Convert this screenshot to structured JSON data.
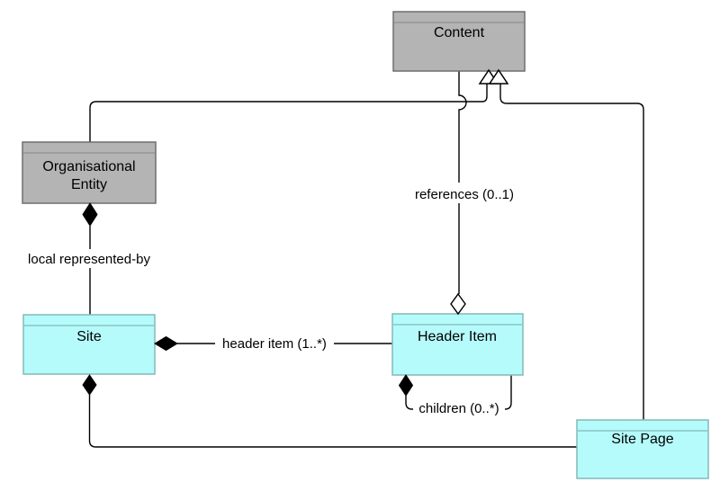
{
  "diagram_type": "uml-class-diagram",
  "colors": {
    "background": "#ffffff",
    "gray_fill": "#b4b4b4",
    "gray_border": "#6e6e6e",
    "gray_separator": "#8f8f8f",
    "cyan_fill": "#b5fbfb",
    "cyan_border": "#84b9b9",
    "cyan_separator": "#84b9b9",
    "line": "#000000",
    "marker_fill_black": "#000000",
    "marker_fill_white": "#ffffff"
  },
  "classes": {
    "content": {
      "name": "Content",
      "style": "gray"
    },
    "organisational_entity": {
      "name": "Organisational Entity",
      "line1": "Organisational",
      "line2": "Entity",
      "style": "gray"
    },
    "site": {
      "name": "Site",
      "style": "cyan"
    },
    "header_item": {
      "name": "Header Item",
      "style": "cyan"
    },
    "site_page": {
      "name": "Site Page",
      "style": "cyan"
    }
  },
  "relationships": [
    {
      "from": "Organisational Entity",
      "to": "Content",
      "type": "generalization",
      "marker": "hollow-triangle-icon",
      "label": ""
    },
    {
      "from": "Site Page",
      "to": "Content",
      "type": "generalization",
      "marker": "hollow-triangle-icon",
      "label": ""
    },
    {
      "from": "Content",
      "to": "Header Item",
      "type": "aggregation",
      "marker": "hollow-diamond-icon",
      "label": "references (0..1)"
    },
    {
      "from": "Organisational Entity",
      "to": "Site",
      "type": "composition",
      "marker": "filled-diamond-icon",
      "label": "local represented-by"
    },
    {
      "from": "Site",
      "to": "Header Item",
      "type": "composition",
      "marker": "filled-diamond-icon",
      "label": "header item (1..*)"
    },
    {
      "from": "Header Item",
      "to": "Header Item",
      "type": "composition-self",
      "marker": "filled-diamond-icon",
      "label": "children (0..*)"
    },
    {
      "from": "Site",
      "to": "Site Page",
      "type": "composition",
      "marker": "filled-diamond-icon",
      "label": ""
    }
  ]
}
